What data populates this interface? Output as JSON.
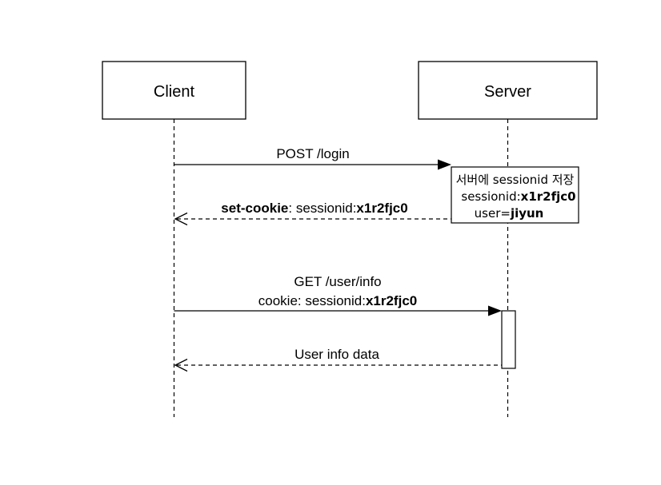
{
  "participants": {
    "client": "Client",
    "server": "Server"
  },
  "messages": {
    "login_request": "POST /login",
    "set_cookie_keyword": "set-cookie",
    "set_cookie_rest": ": sessionid:",
    "set_cookie_value": "x1r2fjc0",
    "user_info_request_line1": "GET /user/info",
    "user_info_request_line2_prefix": "cookie: sessionid:",
    "user_info_request_line2_value": "x1r2fjc0",
    "user_info_response": "User info data"
  },
  "note": {
    "line1": "서버에 sessionid 저장",
    "line2_prefix": "sessionid:",
    "line2_value": "x1r2fjc0",
    "line3_prefix": "user=",
    "line3_value": "jiyun"
  }
}
